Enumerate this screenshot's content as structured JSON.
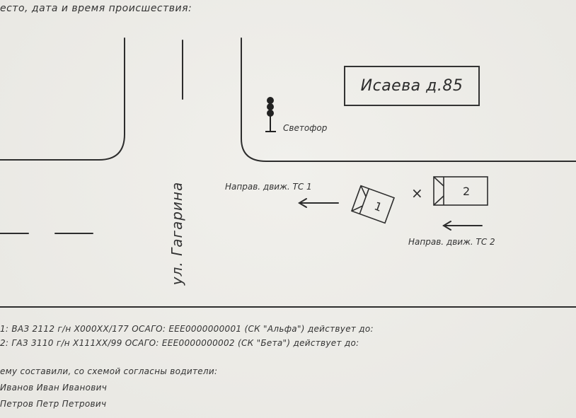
{
  "header": {
    "text": "есто, дата и время происшествия:"
  },
  "sign": {
    "label": "Исаева д.85"
  },
  "traffic_light": {
    "label": "Светофор"
  },
  "street": {
    "label": "ул. Гагарина"
  },
  "directions": {
    "vehicle1": "Направ. движ. ТС 1",
    "vehicle2": "Направ. движ. ТС 2"
  },
  "vehicles": [
    {
      "number": "1"
    },
    {
      "number": "2"
    }
  ],
  "collision_mark": "×",
  "details": {
    "vehicle1": "1:  ВАЗ 2112   г/н   Х000ХХ/177   ОСАГО:  ЕЕЕ0000000001  (СК \"Альфа\")   действует до:",
    "vehicle2": "2:  ГАЗ 3110   г/н   Х111ХХ/99     ОСАГО:  ЕЕЕ0000000002  (СК \"Бета\")   действует до:"
  },
  "footer": {
    "agreement": "ему составили, со схемой согласны водители:",
    "driver1": "Иванов Иван Иванович",
    "driver2": "Петров Петр Петрович"
  }
}
